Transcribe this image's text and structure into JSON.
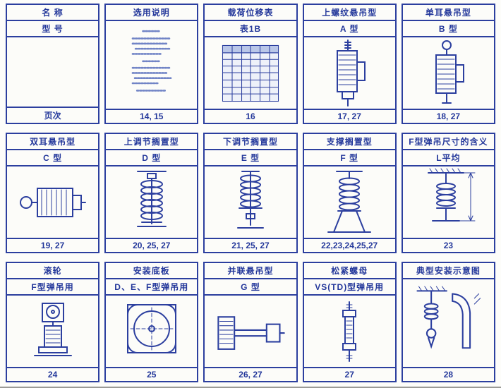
{
  "palette": {
    "ink": "#2c3f9f",
    "paper": "#fcfcf9",
    "table_header_fill": "#b9c6e8"
  },
  "cells": [
    {
      "title": "名  称",
      "subtitle": "型  号",
      "pages": "页次",
      "drawing": "none"
    },
    {
      "title": "选用说明",
      "pages": "14, 15",
      "drawing": "selection-notes-drawing"
    },
    {
      "title": "载荷位移表",
      "subtitle": "表1B",
      "pages": "16",
      "drawing": "load-displacement-table-drawing"
    },
    {
      "title": "上螺纹悬吊型",
      "subtitle": "A 型",
      "pages": "17, 27",
      "drawing": "type-a-hanger-drawing"
    },
    {
      "title": "单耳悬吊型",
      "subtitle": "B 型",
      "pages": "18, 27",
      "drawing": "type-b-hanger-drawing"
    },
    {
      "title": "双耳悬吊型",
      "subtitle": "C 型",
      "pages": "19, 27",
      "drawing": "type-c-hanger-drawing"
    },
    {
      "title": "上调节搁置型",
      "subtitle": "D 型",
      "pages": "20, 25, 27",
      "drawing": "type-d-hanger-drawing"
    },
    {
      "title": "下调节搁置型",
      "subtitle": "E 型",
      "pages": "21, 25, 27",
      "drawing": "type-e-hanger-drawing"
    },
    {
      "title": "支撑搁置型",
      "subtitle": "F 型",
      "pages": "22,23,24,25,27",
      "drawing": "type-f-hanger-drawing"
    },
    {
      "title": "F型弹吊尺寸的含义",
      "subtitle": "L平均",
      "pages": "23",
      "drawing": "f-type-dimensions-drawing"
    },
    {
      "title": "滚轮",
      "subtitle": "F型弹吊用",
      "pages": "24",
      "drawing": "roller-drawing"
    },
    {
      "title": "安装底板",
      "subtitle": "D、E、F型弹吊用",
      "pages": "25",
      "drawing": "base-plate-drawing"
    },
    {
      "title": "并联悬吊型",
      "subtitle": "G 型",
      "pages": "26, 27",
      "drawing": "type-g-hanger-drawing"
    },
    {
      "title": "松紧螺母",
      "subtitle": "VS(TD)型弹吊用",
      "pages": "27",
      "drawing": "turnbuckle-nut-drawing"
    },
    {
      "title": "典型安装示意图",
      "pages": "28",
      "drawing": "typical-installation-drawing"
    }
  ]
}
